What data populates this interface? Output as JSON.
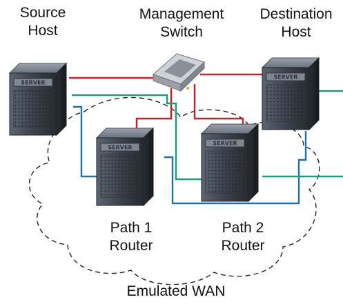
{
  "nodes": {
    "source_host": {
      "line1": "Source",
      "line2": "Host"
    },
    "management_switch": {
      "line1": "Management",
      "line2": "Switch"
    },
    "destination_host": {
      "line1": "Destination",
      "line2": "Host"
    },
    "path1_router": {
      "line1": "Path 1",
      "line2": "Router"
    },
    "path2_router": {
      "line1": "Path 2",
      "line2": "Router"
    }
  },
  "wan": {
    "label": "Emulated WAN"
  },
  "server_badge": "SERVER",
  "colors": {
    "management_link": "#c8202a",
    "path1_link": "#1f6fa8",
    "path2_link": "#1f9a7a",
    "server_body": "#3a4048"
  }
}
